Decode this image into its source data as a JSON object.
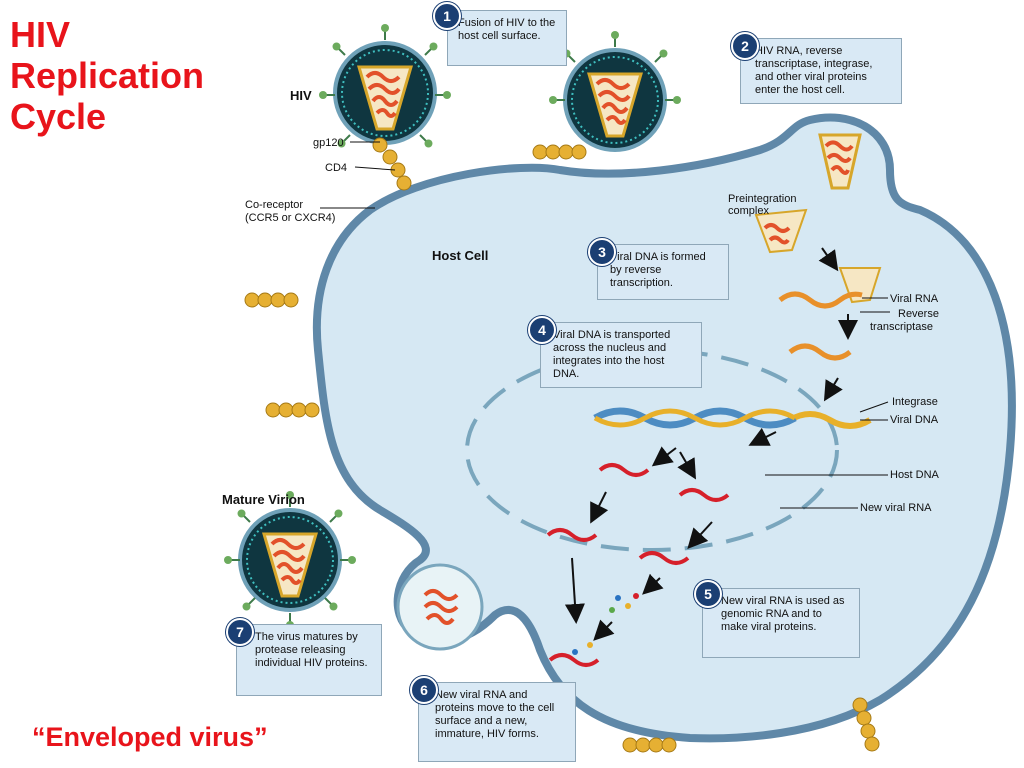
{
  "title": "HIV Replication Cycle",
  "subtitle": "“Enveloped virus”",
  "labels": {
    "hiv": "HIV",
    "gp120": "gp120",
    "cd4": "CD4",
    "coreceptor_1": "Co-receptor",
    "coreceptor_2": "(CCR5 or CXCR4)",
    "host_cell": "Host Cell",
    "mature_virion": "Mature Virion",
    "preintegration_1": "Preintegration",
    "preintegration_2": "complex",
    "viral_rna": "Viral RNA",
    "reverse_1": "Reverse",
    "reverse_2": "transcriptase",
    "integrase": "Integrase",
    "viral_dna": "Viral DNA",
    "host_dna": "Host DNA",
    "new_viral_rna": "New viral RNA"
  },
  "steps": [
    {
      "num": "1",
      "text": "Fusion of  HIV to the host cell surface."
    },
    {
      "num": "2",
      "text": "HIV RNA, reverse transcriptase, integrase, and other viral proteins enter the host cell."
    },
    {
      "num": "3",
      "text": "Viral DNA is formed by reverse transcription."
    },
    {
      "num": "4",
      "text": "Viral DNA is transported across the nucleus and integrates into the host DNA."
    },
    {
      "num": "5",
      "text": "New viral RNA is used as genomic RNA and to make viral proteins."
    },
    {
      "num": "6",
      "text": "New viral RNA and proteins move to the cell surface and a new, immature, HIV forms."
    },
    {
      "num": "7",
      "text": "The virus matures by protease releasing individual HIV proteins."
    }
  ],
  "colors": {
    "title": "#e8141b",
    "cell_fill": "#d6e8f3",
    "membrane": "#5f88a8",
    "step_box": "#d9e9f5",
    "step_badge": "#1b3f73",
    "virion": "#163a44",
    "rna": "#d6202a",
    "receptor": "#e6b033"
  }
}
